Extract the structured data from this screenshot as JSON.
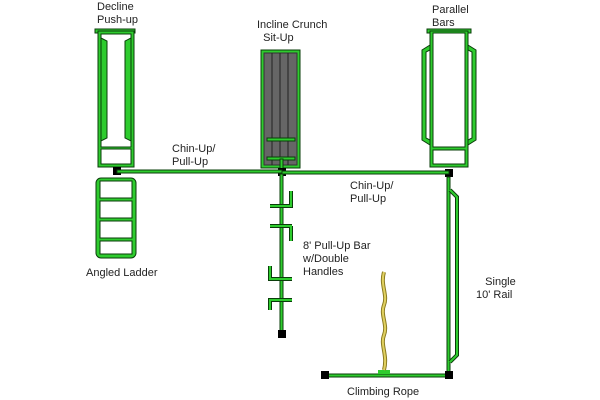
{
  "diagram": {
    "title": "Outdoor fitness equipment layout",
    "colors": {
      "equipment": "#2ecc2e",
      "outline": "#0a3d0a",
      "post": "#000000",
      "bench": "#666666",
      "rope": "#c8b840"
    },
    "labels": {
      "decline_pushup": "Decline\nPush-up",
      "incline_crunch": "Incline Crunch\n  Sit-Up",
      "parallel_bars": "Parallel\nBars",
      "chinup_left": "Chin-Up/\nPull-Up",
      "chinup_right": "Chin-Up/\nPull-Up",
      "angled_ladder": "Angled Ladder",
      "pullup_bar": "8' Pull-Up Bar\nw/Double\nHandles",
      "single_rail": "   Single\n10' Rail",
      "climbing_rope": "Climbing Rope"
    }
  }
}
